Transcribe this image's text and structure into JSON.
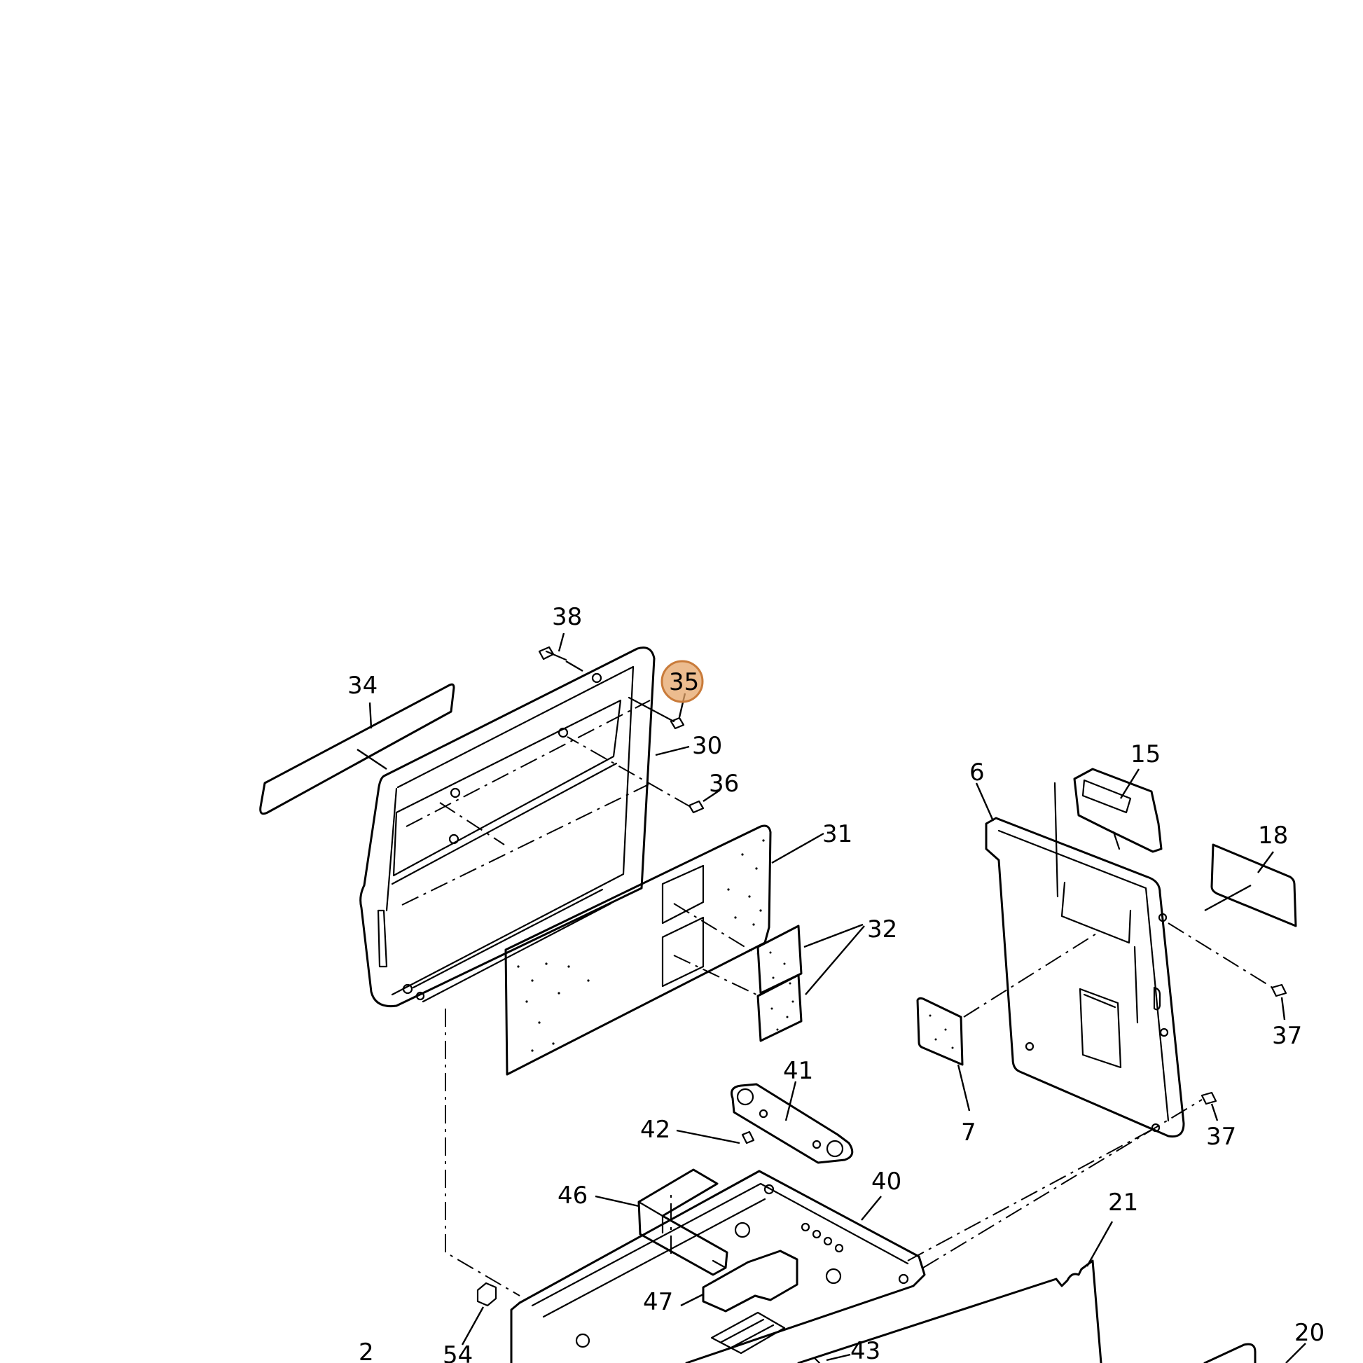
{
  "diagram": {
    "highlight_color": "#e6a56a",
    "highlighted_part": "35",
    "callouts": {
      "c38": "38",
      "c34": "34",
      "c35": "35",
      "c30": "30",
      "c36": "36",
      "c31": "31",
      "c32": "32",
      "c6": "6",
      "c15": "15",
      "c18": "18",
      "c37a": "37",
      "c37b": "37",
      "c7": "7",
      "c41": "41",
      "c42": "42",
      "c46": "46",
      "c40": "40",
      "c21": "21",
      "c47": "47",
      "c43": "43",
      "c20": "20",
      "c54": "54",
      "c2": "2"
    }
  }
}
